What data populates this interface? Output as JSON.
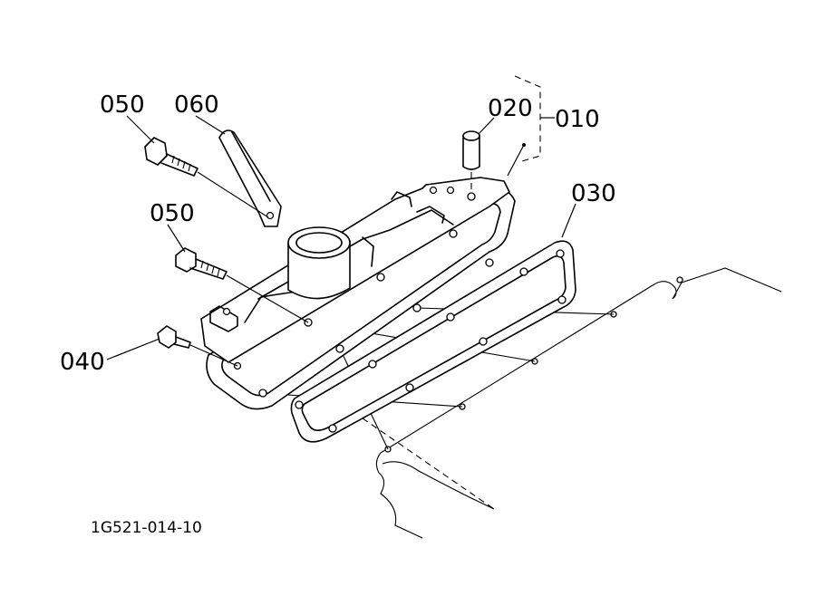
{
  "diagram": {
    "figure_id": "1G521-014-10",
    "callouts": {
      "p010": "010",
      "p020": "020",
      "p030": "030",
      "p040": "040",
      "p050_top": "050",
      "p050_mid": "050",
      "p060": "060"
    }
  }
}
